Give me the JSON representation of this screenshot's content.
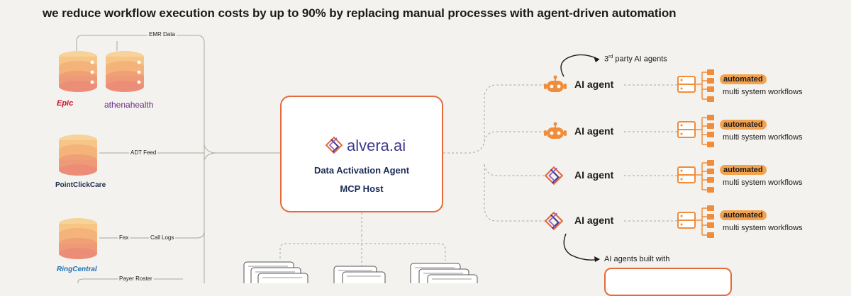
{
  "headline": "we reduce workflow execution costs by up to 90% by replacing manual processes with agent-driven automation",
  "sources": {
    "emr_label": "EMR Data",
    "adt_label": "ADT Feed",
    "fax_label": "Fax",
    "call_logs_label": "Call Logs",
    "payer_roster_label": "Payer Roster",
    "epic": "Epic",
    "athena": "athenahealth",
    "pointclickcare": "PointClickCare",
    "ringcentral": "RingCentral"
  },
  "center": {
    "brand": "alvera.ai",
    "line1": "Data Activation Agent",
    "line2": "MCP Host"
  },
  "agents": [
    {
      "label": "AI agent",
      "icon": "robot-icon",
      "badge": "automated",
      "desc": "multi system workflows"
    },
    {
      "label": "AI agent",
      "icon": "robot-icon",
      "badge": "automated",
      "desc": "multi system workflows"
    },
    {
      "label": "AI agent",
      "icon": "alvera-diamond-icon",
      "badge": "automated",
      "desc": "multi system workflows"
    },
    {
      "label": "AI agent",
      "icon": "alvera-diamond-icon",
      "badge": "automated",
      "desc": "multi system workflows"
    }
  ],
  "notes": {
    "third_party_prefix": "3",
    "third_party_sup": "rd",
    "third_party_suffix": " party AI agents",
    "built_with": "AI agents built with"
  },
  "colors": {
    "accent": "#e56a3c",
    "badge": "#f3a24e",
    "brand": "#3f3a8c",
    "navy": "#1c2c58",
    "line": "#a9a6a0"
  }
}
